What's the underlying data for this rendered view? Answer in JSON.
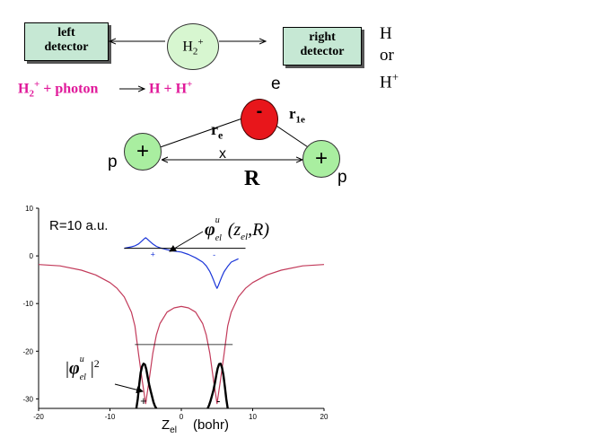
{
  "diagram": {
    "left_detector_line1": "left",
    "left_detector_line2": "detector",
    "right_detector_line1": "right",
    "right_detector_line2": "detector",
    "molecule": "H",
    "molecule_sub": "2",
    "molecule_sup": "+",
    "outcome_line1": "H",
    "outcome_line2": "or",
    "outcome_line3": "H",
    "outcome_line3_sup": "+",
    "reaction_lhs": "H",
    "reaction_lhs_sub": "2",
    "reaction_lhs_sup": "+",
    "reaction_plus_photon": " + photon",
    "reaction_rhs": "H + H",
    "reaction_rhs_sup": "+",
    "electron_label": "e",
    "electron_symbol": "-",
    "proton_symbol": "+",
    "proton_label_left": "p",
    "proton_label_right": "p",
    "re_label": "r",
    "re_sub": "e",
    "r1e_label": "r",
    "r1e_sub": "1e",
    "x_label": "x",
    "R_label": "R"
  },
  "colors": {
    "box_fill": "#c6e8d4",
    "proton_fill": "#a9eea0",
    "electron_fill": "#e8161b",
    "reaction_text": "#e0199a",
    "potential_curve": "#c23a5a",
    "wavefunction_curve": "#1a35d8",
    "density_curve": "#000000"
  },
  "chart_data": {
    "type": "line",
    "xlim": [
      -20,
      20
    ],
    "ylim": [
      -32,
      10
    ],
    "xticks": [
      -20,
      -10,
      0,
      10,
      20
    ],
    "yticks": [
      10,
      0,
      -10,
      -20,
      -30
    ],
    "xlabel": "Z",
    "xlabel_sub": "el",
    "xlabel_unit": "(bohr)",
    "annotation_R": "R=10 a.u.",
    "phi_symbol": "φ",
    "phi_sup": "u",
    "phi_sub": "el",
    "phi_args": "(z",
    "phi_args_sub": "el",
    "phi_args_end": ",R)",
    "density_prefix": "|",
    "density_suffix": "|",
    "density_power": "2",
    "wave_plus_sign": "+",
    "wave_minus_sign": "-",
    "density_plus_sign": "+",
    "density_minus_sign": "-",
    "series": [
      {
        "role": "potential",
        "x": [
          -20,
          -17,
          -14,
          -12,
          -10,
          -9,
          -8,
          -7,
          -6.5,
          -6,
          -5.5,
          -5,
          -4.5,
          -4,
          -3.5,
          -3,
          -2,
          -1,
          0,
          1,
          2,
          3,
          3.5,
          4,
          4.5,
          5,
          5.5,
          6,
          6.5,
          7,
          8,
          9,
          10,
          12,
          14,
          17,
          20
        ],
        "values": [
          -1.8,
          -2.1,
          -3.0,
          -4.0,
          -5.6,
          -6.8,
          -8.6,
          -11.8,
          -14.7,
          -20.5,
          -26.0,
          -31.0,
          -26.0,
          -20.5,
          -16.6,
          -14.2,
          -11.8,
          -10.9,
          -10.6,
          -10.9,
          -11.8,
          -14.2,
          -16.6,
          -20.5,
          -26.0,
          -31.0,
          -26.0,
          -20.5,
          -14.7,
          -11.8,
          -8.6,
          -6.8,
          -5.6,
          -4.0,
          -3.0,
          -2.1,
          -1.8
        ]
      },
      {
        "role": "energy_level",
        "x": [
          -6.5,
          7.2
        ],
        "values": [
          -18.6,
          -18.6
        ]
      },
      {
        "role": "wavefunction",
        "x": [
          -8,
          -7,
          -6.5,
          -6,
          -5.7,
          -5.4,
          -5.2,
          -5,
          -4.8,
          -4.6,
          -4.3,
          -4,
          -3.5,
          -3,
          -2,
          -1,
          0,
          1,
          2,
          3,
          3.5,
          4,
          4.3,
          4.6,
          4.8,
          5,
          5.2,
          5.4,
          5.7,
          6,
          6.5,
          7,
          8
        ],
        "values": [
          1.6,
          1.9,
          2.1,
          2.5,
          2.9,
          3.3,
          3.6,
          3.8,
          3.6,
          3.3,
          2.9,
          2.5,
          2.0,
          1.7,
          1.3,
          1.0,
          0.8,
          0.3,
          -0.4,
          -1.3,
          -2.1,
          -3.3,
          -4.3,
          -5.4,
          -6.2,
          -6.8,
          -6.2,
          -5.4,
          -4.3,
          -3.3,
          -2.2,
          -1.3,
          -0.6
        ]
      },
      {
        "role": "wavefunction_axis",
        "x": [
          -8,
          9
        ],
        "values": [
          1.6,
          1.6
        ]
      },
      {
        "role": "density",
        "x": [
          -6.3,
          -6.1,
          -5.9,
          -5.7,
          -5.5,
          -5.3,
          -5.1,
          -4.9,
          -4.7,
          -4.5,
          -4.3,
          -4.1,
          -3.9,
          -3.7,
          -3.5
        ],
        "values": [
          -32,
          -30,
          -27,
          -24.5,
          -23.2,
          -22.6,
          -22.8,
          -23.8,
          -25.5,
          -27,
          -28.3,
          -29.5,
          -30.7,
          -31.5,
          -32
        ]
      },
      {
        "role": "density",
        "x": [
          3.7,
          3.9,
          4.1,
          4.3,
          4.5,
          4.7,
          4.9,
          5.1,
          5.3,
          5.5,
          5.7,
          5.9,
          6.1,
          6.3,
          6.5
        ],
        "values": [
          -32,
          -31.3,
          -30.4,
          -29.3,
          -28.2,
          -26.7,
          -25,
          -23.6,
          -22.7,
          -22.6,
          -23.4,
          -25,
          -27.4,
          -30,
          -32
        ]
      }
    ]
  }
}
